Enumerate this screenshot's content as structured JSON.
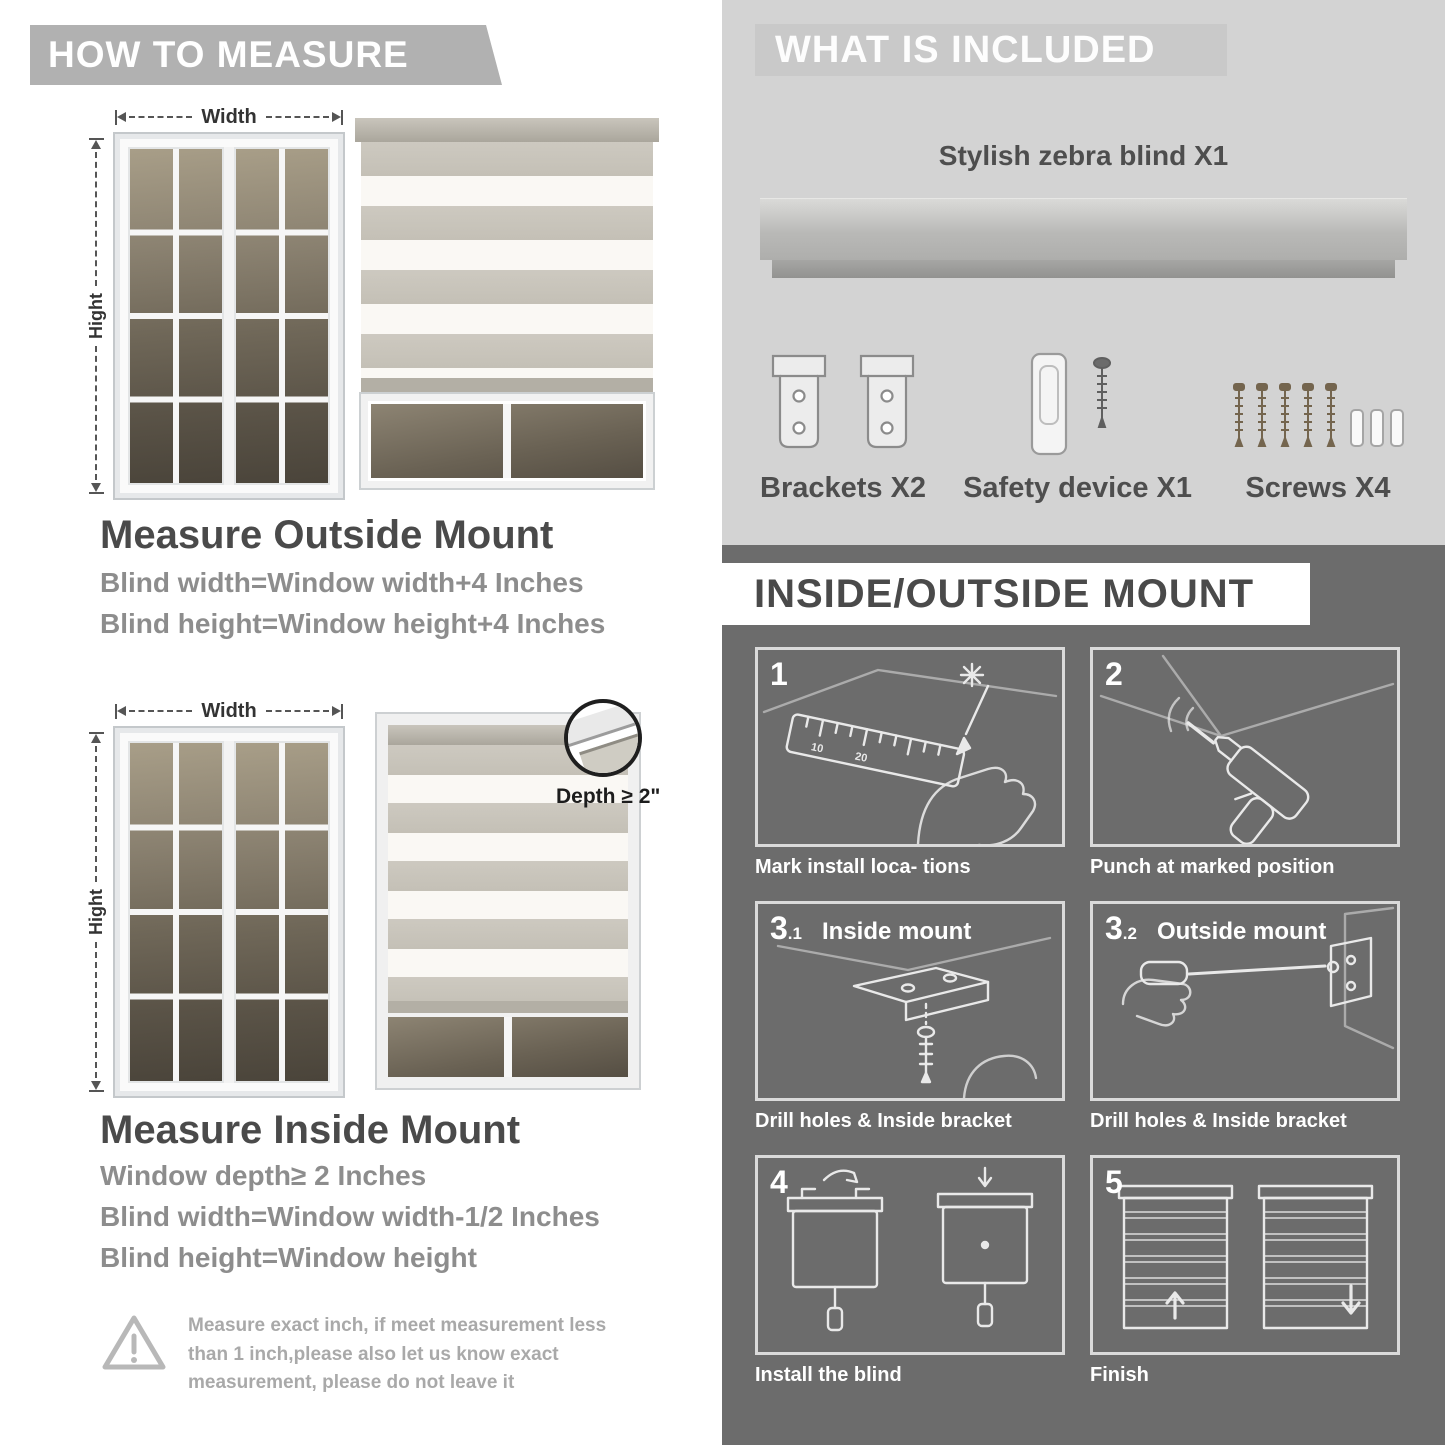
{
  "colors": {
    "banner_gray": "#b1b1b1",
    "included_bg": "#d3d3d3",
    "mount_bg": "#6c6c6c",
    "heading_dark": "#4a4a4a",
    "body_gray": "#8d8d8d"
  },
  "how_to_measure": {
    "banner": "HOW TO MEASURE",
    "outside_mount": {
      "title": "Measure Outside Mount",
      "lines": [
        "Blind width=Window width+4 Inches",
        "Blind height=Window height+4 Inches"
      ],
      "width_label": "Width",
      "height_label": "Hight"
    },
    "inside_mount": {
      "title": "Measure Inside Mount",
      "lines": [
        "Window depth≥ 2 Inches",
        "Blind width=Window width-1/2 Inches",
        "Blind height=Window height"
      ],
      "width_label": "Width",
      "height_label": "Hight",
      "depth_label": "Depth ≥ 2\""
    },
    "warning_text": "Measure exact inch, if meet measurement less than 1 inch,please also let us know exact measurement, please do not leave it"
  },
  "what_is_included": {
    "banner": "WHAT IS INCLUDED",
    "blind_label": "Stylish zebra blind X1",
    "parts": [
      {
        "label": "Brackets X2",
        "icon": "brackets-icon"
      },
      {
        "label": "Safety device X1",
        "icon": "safety-device-icon"
      },
      {
        "label": "Screws X4",
        "icon": "screws-icon"
      }
    ]
  },
  "mount_guide": {
    "banner": "INSIDE/OUTSIDE MOUNT",
    "steps": [
      {
        "num": "1",
        "caption": "Mark install loca- tions"
      },
      {
        "num": "2",
        "caption": "Punch at  marked position"
      },
      {
        "num": "3",
        "sub": ".1",
        "title": "Inside mount",
        "caption": "Drill holes &  Inside bracket"
      },
      {
        "num": "3",
        "sub": ".2",
        "title": "Outside mount",
        "caption": "Drill holes &  Inside bracket"
      },
      {
        "num": "4",
        "caption": "Install the blind"
      },
      {
        "num": "5",
        "caption": "Finish"
      }
    ]
  }
}
